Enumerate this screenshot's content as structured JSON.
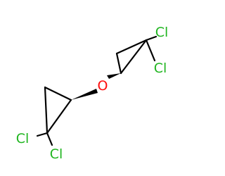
{
  "molecule": {
    "atoms": {
      "cl_top_right_1": {
        "symbol": "Cl",
        "color": "#1fb51f"
      },
      "cl_top_right_2": {
        "symbol": "Cl",
        "color": "#1fb51f"
      },
      "oxygen": {
        "symbol": "O",
        "color": "#ff0d0d"
      },
      "cl_bottom_left_1": {
        "symbol": "Cl",
        "color": "#1fb51f"
      },
      "cl_bottom_left_2": {
        "symbol": "Cl",
        "color": "#1fb51f"
      }
    },
    "bond_color": "#000000"
  }
}
